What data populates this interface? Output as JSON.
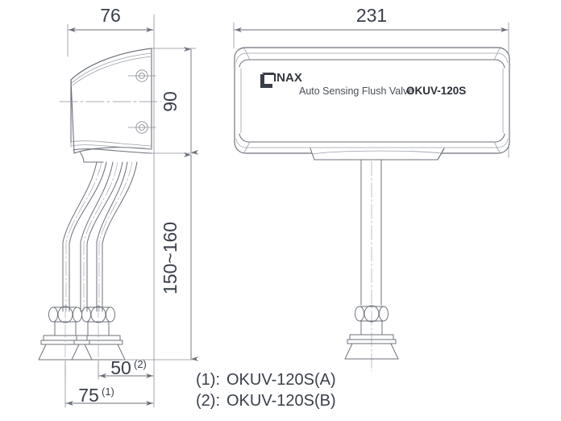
{
  "drawing": {
    "title": "INAX Auto Sensing Flush Valve OKUV-120S dimensional drawing",
    "line_color": "#6c7079",
    "text_color": "#3a3f4a",
    "background": "#ffffff"
  },
  "views": {
    "side_view": {
      "name": "side-view",
      "dimensions": {
        "width": "76",
        "height": "90",
        "drop": "150~160",
        "offset_inner": "50",
        "offset_inner_sup": "(2)",
        "offset_outer": "75",
        "offset_outer_sup": "(1)"
      }
    },
    "front_view": {
      "name": "front-view",
      "dimensions": {
        "width": "231"
      },
      "faceplate": {
        "brand": "INAX",
        "product_text": "Auto Sensing Flush Valve",
        "model": "OKUV-120S"
      }
    }
  },
  "legend": {
    "items": [
      {
        "marker": "(1):",
        "value": "OKUV-120S(A)"
      },
      {
        "marker": "(2):",
        "value": "OKUV-120S(B)"
      }
    ]
  },
  "icons": {
    "brand_mark": "inax-bracket-logo",
    "mounting_hole": "mounting-hole-icon",
    "arrow": "dimension-arrow-icon"
  }
}
